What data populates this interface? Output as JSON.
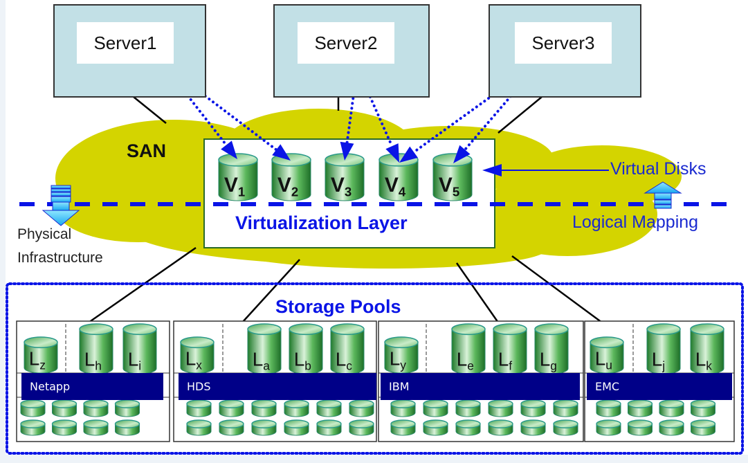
{
  "diagram": {
    "servers": [
      {
        "label": "Server1"
      },
      {
        "label": "Server2"
      },
      {
        "label": "Server3"
      }
    ],
    "san_label": "SAN",
    "virtualization_layer_label": "Virtualization Layer",
    "virtual_disks": [
      {
        "letter": "V",
        "sub": "1"
      },
      {
        "letter": "V",
        "sub": "2"
      },
      {
        "letter": "V",
        "sub": "3"
      },
      {
        "letter": "V",
        "sub": "4"
      },
      {
        "letter": "V",
        "sub": "5"
      }
    ],
    "virtual_disks_label": "Virtual Disks",
    "logical_mapping_label": "Logical Mapping",
    "physical_label_line1": "Physical",
    "physical_label_line2": "Infrastructure",
    "storage_pools_label": "Storage Pools",
    "mappings": [
      {
        "server": "Server1",
        "disks": [
          "V1",
          "V2"
        ]
      },
      {
        "server": "Server2",
        "disks": [
          "V3",
          "V4"
        ]
      },
      {
        "server": "Server3",
        "disks": [
          "V4",
          "V5"
        ]
      }
    ],
    "pools": [
      {
        "vendor": "Netapp",
        "small_lun": "z",
        "luns": [
          "h",
          "i"
        ],
        "disk_columns": 4
      },
      {
        "vendor": "HDS",
        "small_lun": "x",
        "luns": [
          "a",
          "b",
          "c"
        ],
        "disk_columns": 6
      },
      {
        "vendor": "IBM",
        "small_lun": "y",
        "luns": [
          "e",
          "f",
          "g"
        ],
        "disk_columns": 6
      },
      {
        "vendor": "EMC",
        "small_lun": "u",
        "luns": [
          "j",
          "k"
        ],
        "disk_columns": 4
      }
    ],
    "colors": {
      "cloud": "#d4d400",
      "server_fill": "#c2e0e6",
      "accent_blue": "#0a14e6",
      "vendor_bar": "#000088",
      "disk_green": "#2e9a3a",
      "arrow_cyan": "#33ccff"
    }
  }
}
